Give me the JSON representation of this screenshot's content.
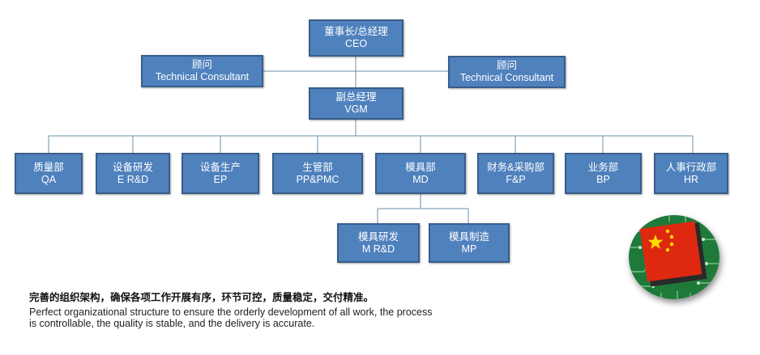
{
  "colors": {
    "node_fill": "#4f81bd",
    "node_border": "#385d8a",
    "connector": "#6e8fa8",
    "flag_red": "#de2910",
    "flag_yellow": "#ffde00",
    "pcb_green": "#1f7a3a"
  },
  "nodes": {
    "ceo": {
      "zh": "董事长/总经理",
      "en": "CEO"
    },
    "consultant_left": {
      "zh": "顾问",
      "en": "Technical Consultant"
    },
    "consultant_right": {
      "zh": "顾问",
      "en": "Technical Consultant"
    },
    "vgm": {
      "zh": "副总经理",
      "en": "VGM"
    },
    "qa": {
      "zh": "质量部",
      "en": "QA"
    },
    "erd": {
      "zh": "设备研发",
      "en": "E R&D"
    },
    "ep": {
      "zh": "设备生产",
      "en": "EP"
    },
    "pmc": {
      "zh": "生管部",
      "en": "PP&PMC"
    },
    "md": {
      "zh": "模具部",
      "en": "MD"
    },
    "fp": {
      "zh": "财务&采购部",
      "en": "F&P"
    },
    "bp": {
      "zh": "业务部",
      "en": "BP"
    },
    "hr": {
      "zh": "人事行政部",
      "en": "HR"
    },
    "mrd": {
      "zh": "模具研发",
      "en": "M R&D"
    },
    "mp": {
      "zh": "模具制造",
      "en": "MP"
    }
  },
  "caption": {
    "zh": "完善的组织架构，确保各项工作开展有序，环节可控，质量稳定，交付精准。",
    "en": "Perfect organizational structure to ensure the orderly development of all work, the process is controllable, the quality is stable, and the delivery is accurate."
  },
  "image": {
    "icon": "china-flag-chip-icon"
  }
}
